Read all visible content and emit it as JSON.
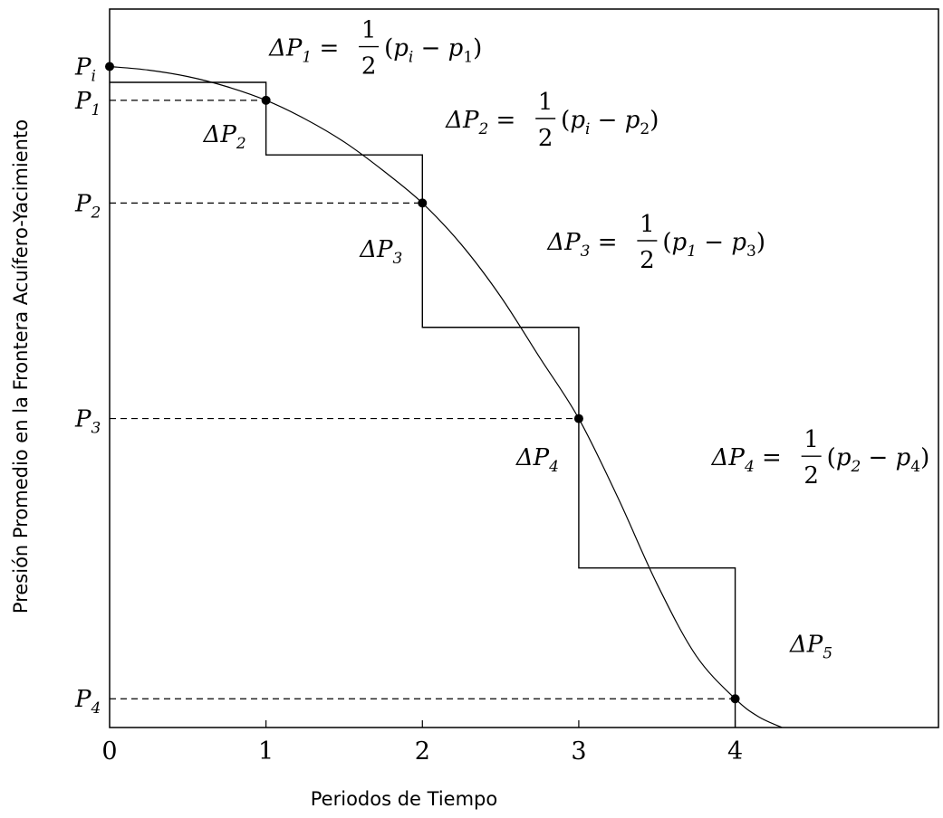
{
  "chart_data": {
    "type": "line",
    "xlabel": "Periodos de Tiempo",
    "ylabel": "Presión Promedio en la Frontera Acuífero-Yacimiento",
    "xlim": [
      0,
      5.3
    ],
    "ylim": [
      0,
      1
    ],
    "x_ticks": [
      0,
      1,
      2,
      3,
      4
    ],
    "grid": false,
    "curve": {
      "x": [
        0,
        0.25,
        0.5,
        0.75,
        1.0,
        1.25,
        1.5,
        1.75,
        2.0,
        2.25,
        2.5,
        2.75,
        3.0,
        3.25,
        3.5,
        3.75,
        4.0,
        4.15,
        4.3
      ],
      "y": [
        0.92,
        0.915,
        0.906,
        0.892,
        0.873,
        0.847,
        0.815,
        0.775,
        0.73,
        0.672,
        0.6,
        0.515,
        0.43,
        0.32,
        0.2,
        0.1,
        0.04,
        0.015,
        0.0
      ]
    },
    "points": [
      {
        "label": "P",
        "sub": "i",
        "x": 0,
        "y": 0.92
      },
      {
        "label": "P",
        "sub": "1",
        "x": 1,
        "y": 0.873
      },
      {
        "label": "P",
        "sub": "2",
        "x": 2,
        "y": 0.73
      },
      {
        "label": "P",
        "sub": "3",
        "x": 3,
        "y": 0.43
      },
      {
        "label": "P",
        "sub": "4",
        "x": 4,
        "y": 0.04
      }
    ],
    "steps": [
      {
        "x0": 0,
        "x1": 1,
        "y": 0.898
      },
      {
        "x0": 1,
        "x1": 2,
        "y": 0.797
      },
      {
        "x0": 2,
        "x1": 3,
        "y": 0.557
      },
      {
        "x0": 3,
        "x1": 4,
        "y": 0.222
      }
    ],
    "step_labels": [
      {
        "label": "ΔP",
        "sub": "2",
        "x": 0.6,
        "y": 0.815
      },
      {
        "label": "ΔP",
        "sub": "3",
        "x": 1.6,
        "y": 0.655
      },
      {
        "label": "ΔP",
        "sub": "4",
        "x": 2.6,
        "y": 0.365
      },
      {
        "label": "ΔP",
        "sub": "5",
        "x": 4.35,
        "y": 0.105
      }
    ],
    "annotations": [
      {
        "lhs": "ΔP",
        "lhs_sub": "1",
        "pa": "p",
        "pa_sub": "i",
        "pb": "p",
        "pb_sub": "1",
        "x": 1.02,
        "y": 0.935
      },
      {
        "lhs": "ΔP",
        "lhs_sub": "2",
        "pa": "p",
        "pa_sub": "i",
        "pb": "p",
        "pb_sub": "2",
        "x": 2.15,
        "y": 0.835
      },
      {
        "lhs": "ΔP",
        "lhs_sub": "3",
        "pa": "p",
        "pa_sub": "1",
        "pb": "p",
        "pb_sub": "3",
        "x": 2.8,
        "y": 0.665
      },
      {
        "lhs": "ΔP",
        "lhs_sub": "4",
        "pa": "p",
        "pa_sub": "2",
        "pb": "p",
        "pb_sub": "4",
        "x": 3.85,
        "y": 0.365
      }
    ],
    "fraction": {
      "num": "1",
      "den": "2"
    }
  }
}
